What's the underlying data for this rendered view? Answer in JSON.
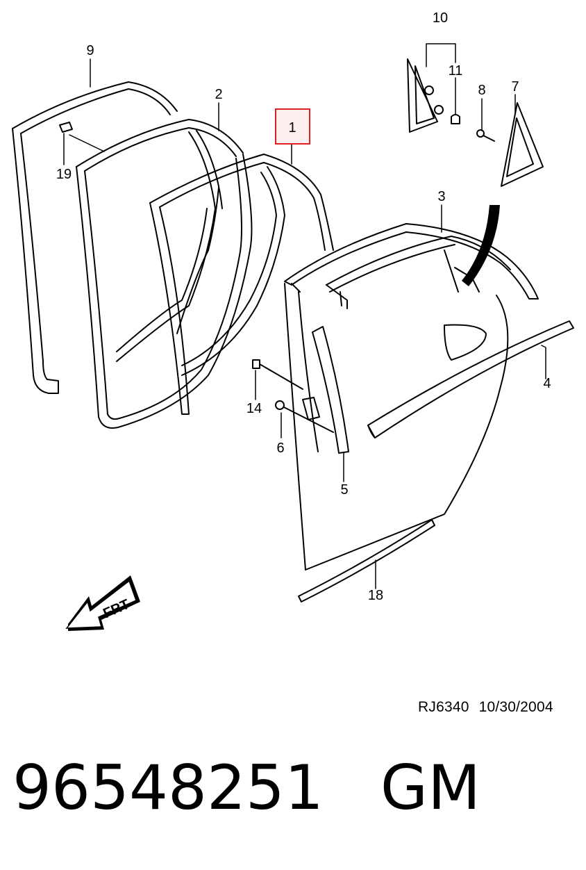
{
  "diagram": {
    "callouts": {
      "c1": "1",
      "c2": "2",
      "c3": "3",
      "c4": "4",
      "c5": "5",
      "c6": "6",
      "c7": "7",
      "c8": "8",
      "c9": "9",
      "c10": "10",
      "c11": "11",
      "c14": "14",
      "c18": "18",
      "c19": "19"
    },
    "highlighted_callout": "1",
    "highlight_color": "#e02020",
    "direction_label": "FRT"
  },
  "footer": {
    "ref_code": "RJ6340",
    "date": "10/30/2004",
    "part_number": "96548251",
    "brand": "GM"
  }
}
